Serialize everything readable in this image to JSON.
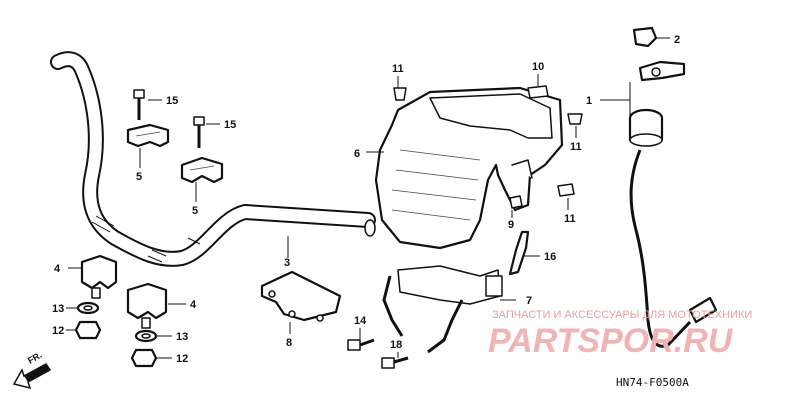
{
  "diagram": {
    "callouts": [
      {
        "id": "c1",
        "label": "1"
      },
      {
        "id": "c2",
        "label": "2"
      },
      {
        "id": "c3",
        "label": "3"
      },
      {
        "id": "c4a",
        "label": "4"
      },
      {
        "id": "c4b",
        "label": "4"
      },
      {
        "id": "c5a",
        "label": "5"
      },
      {
        "id": "c5b",
        "label": "5"
      },
      {
        "id": "c6",
        "label": "6"
      },
      {
        "id": "c7",
        "label": "7"
      },
      {
        "id": "c8",
        "label": "8"
      },
      {
        "id": "c9",
        "label": "9"
      },
      {
        "id": "c10",
        "label": "10"
      },
      {
        "id": "c11a",
        "label": "11"
      },
      {
        "id": "c11b",
        "label": "11"
      },
      {
        "id": "c11c",
        "label": "11"
      },
      {
        "id": "c12a",
        "label": "12"
      },
      {
        "id": "c12b",
        "label": "12"
      },
      {
        "id": "c13a",
        "label": "13"
      },
      {
        "id": "c13b",
        "label": "13"
      },
      {
        "id": "c14",
        "label": "14"
      },
      {
        "id": "c15a",
        "label": "15"
      },
      {
        "id": "c15b",
        "label": "15"
      },
      {
        "id": "c16",
        "label": "16"
      },
      {
        "id": "c18",
        "label": "18"
      }
    ],
    "direction_label": "FR.",
    "drawing_code": "HN74-F0500A",
    "watermark": {
      "subtitle": "ЗАПЧАСТИ И АКСЕССУАРЫ ДЛЯ МОТОТЕХНИКИ",
      "brand": "PARTSPOR.RU"
    }
  }
}
